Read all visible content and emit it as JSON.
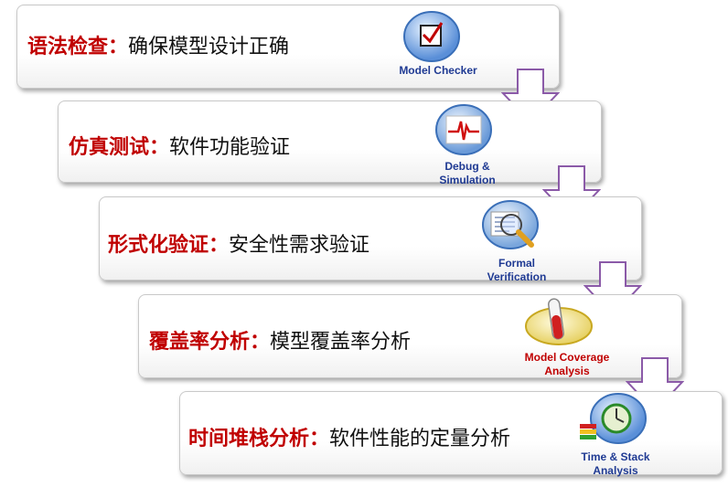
{
  "steps": [
    {
      "title": "语法检查",
      "separator": "：",
      "desc": "确保模型设计正确",
      "tool": "Model Checker",
      "tool_line2": "",
      "tool_color": "#1f3a93"
    },
    {
      "title": "仿真测试",
      "separator": "：",
      "desc": "软件功能验证",
      "tool": "Debug &",
      "tool_line2": "Simulation",
      "tool_color": "#1f3a93"
    },
    {
      "title": "形式化验证",
      "separator": "：",
      "desc": "安全性需求验证",
      "tool": "Formal",
      "tool_line2": "Verification",
      "tool_color": "#1f3a93"
    },
    {
      "title": "覆盖率分析",
      "separator": "：",
      "desc": "模型覆盖率分析",
      "tool": "Model Coverage",
      "tool_line2": "Analysis",
      "tool_color": "#c00000"
    },
    {
      "title": "时间堆栈分析",
      "separator": "：",
      "desc": "软件性能的定量分析",
      "tool": "Time & Stack",
      "tool_line2": "Analysis",
      "tool_color": "#1f3a93"
    }
  ],
  "colors": {
    "accent": "#c00000",
    "arrow": "#8b5aa8",
    "text": "#111111"
  }
}
